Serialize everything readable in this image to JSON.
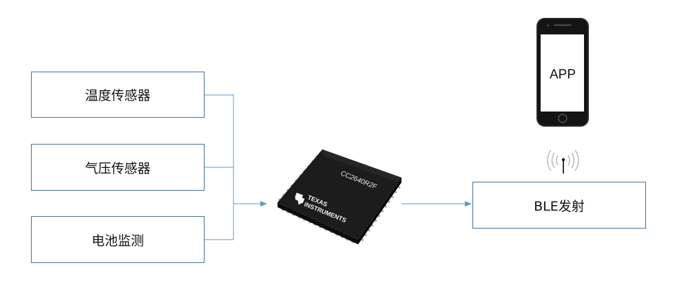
{
  "sensors": [
    {
      "label": "温度传感器"
    },
    {
      "label": "气压传感器"
    },
    {
      "label": "电池监测"
    }
  ],
  "chip": {
    "part_number": "CC2640R2F",
    "brand_line1": "TEXAS",
    "brand_line2": "INSTRUMENTS"
  },
  "ble": {
    "label": "BLE发射"
  },
  "phone": {
    "screen_label": "APP"
  },
  "colors": {
    "box_border": "#41719c",
    "connector": "#5b9bd5",
    "chip_body": "#1b1b1b",
    "phone_body": "#141414"
  }
}
